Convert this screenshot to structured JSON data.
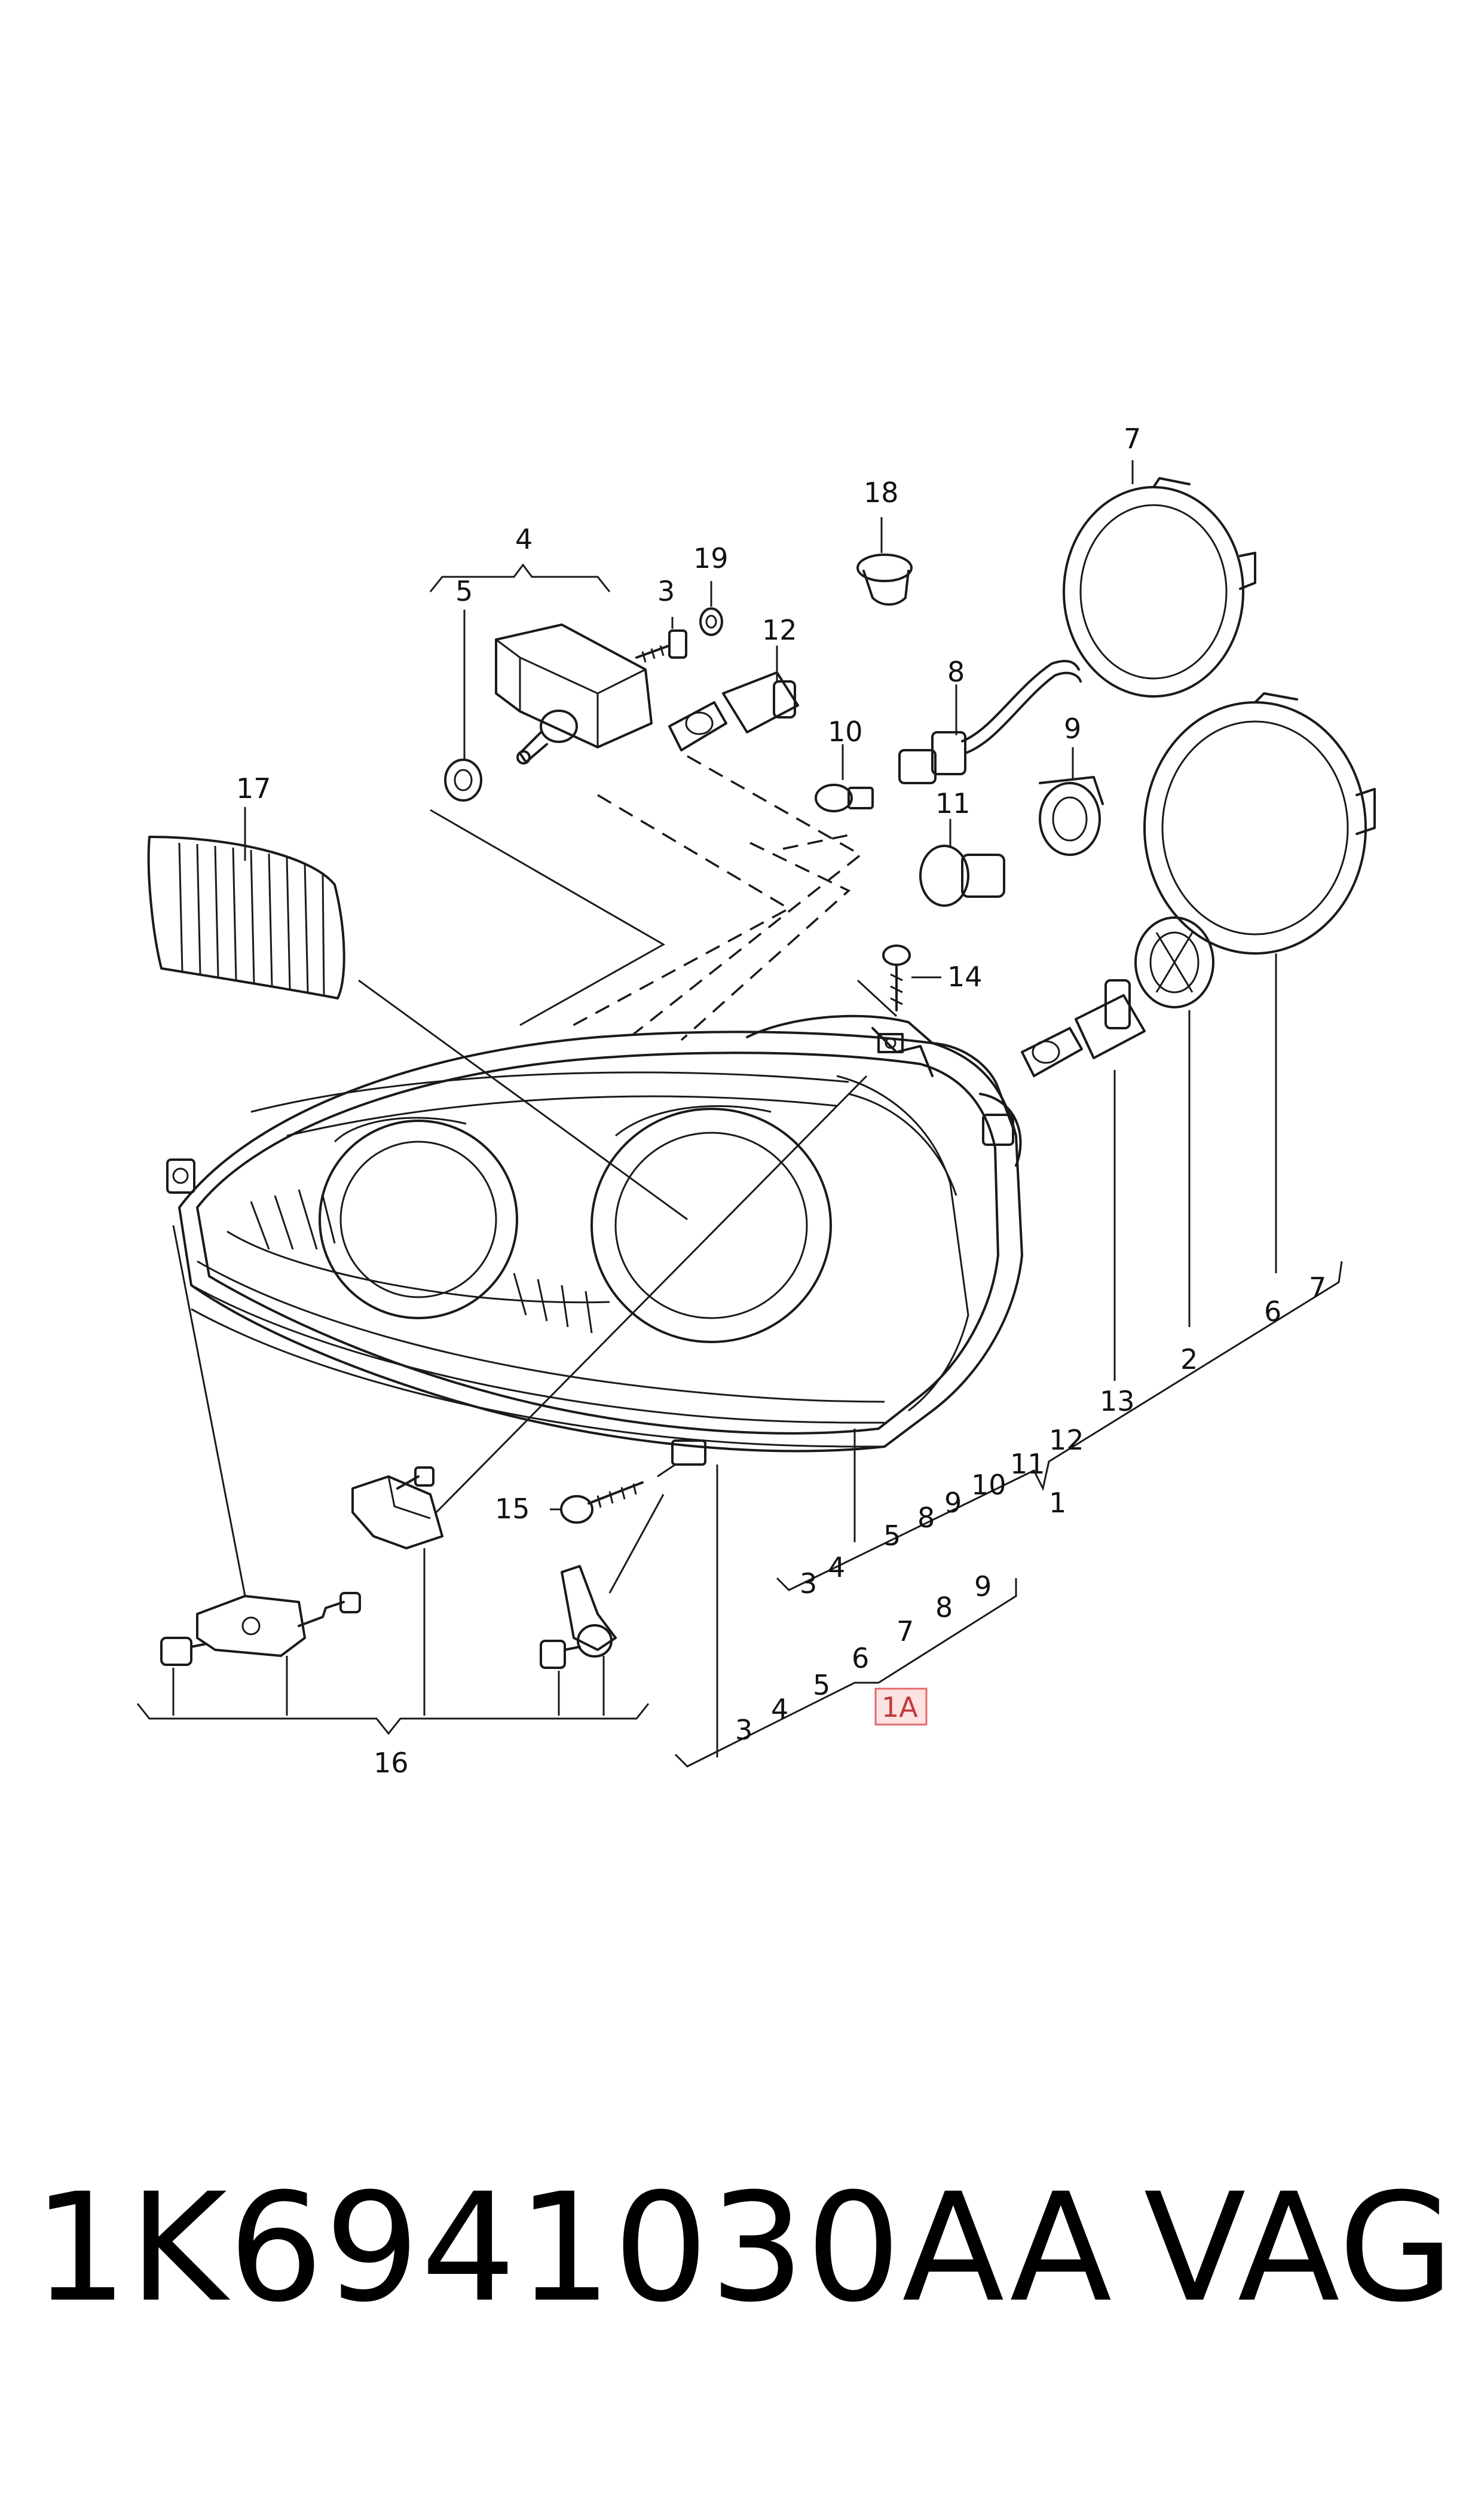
{
  "footer": {
    "part_number": "1K6941030AA",
    "brand": "VAG"
  },
  "callouts": {
    "c1": "1",
    "c1a": "1A",
    "c2": "2",
    "c3": "3",
    "c4": "4",
    "c5": "5",
    "c6": "6",
    "c7": "7",
    "c8": "8",
    "c9": "9",
    "c10": "10",
    "c11": "11",
    "c12": "12",
    "c13": "13",
    "c14": "14",
    "c15": "15",
    "c16": "16",
    "c17": "17",
    "c18": "18",
    "c19": "19"
  },
  "group_lists": {
    "set1": [
      "3",
      "4",
      "5",
      "8",
      "9",
      "10",
      "11",
      "12",
      "13",
      "2",
      "6",
      "7"
    ],
    "set1a": [
      "3",
      "4",
      "5",
      "6",
      "7",
      "8",
      "9"
    ]
  }
}
